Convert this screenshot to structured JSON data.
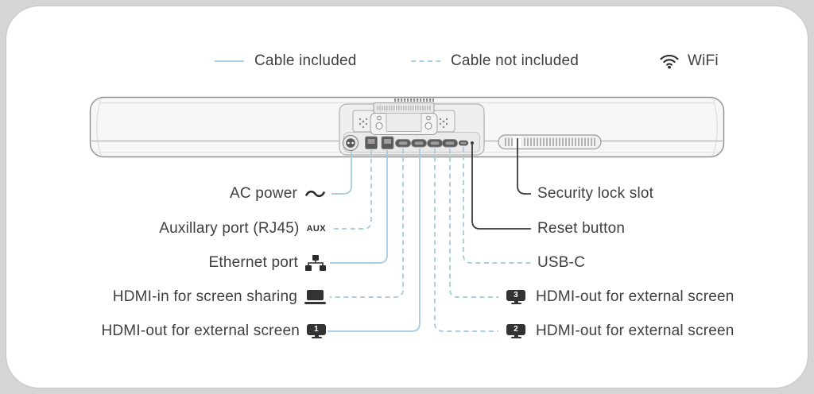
{
  "legend": {
    "cable_included": "Cable included",
    "cable_not_included": "Cable not included",
    "wifi_label": "WiFi",
    "wifi_icon": "wifi-icon"
  },
  "colors": {
    "cable_included_blue": "#a0c8e0",
    "annotation_dark": "#3a3a3a",
    "text_gray": "#3f3f3f"
  },
  "device": {
    "name": "video-bar-rear-panel",
    "ports": [
      "ac-power",
      "auxiliary-rj45",
      "ethernet",
      "hdmi-in",
      "hdmi-out-1",
      "hdmi-out-2",
      "hdmi-out-3",
      "usb-c",
      "reset-button",
      "security-lock-slot"
    ]
  },
  "left_labels": [
    {
      "text": "AC power",
      "icon": "ac-power-tilde-icon",
      "cable": "included"
    },
    {
      "text": "Auxillary port (RJ45)",
      "icon": "aux-label-icon",
      "icon_text": "AUX",
      "cable": "not-included"
    },
    {
      "text": "Ethernet port",
      "icon": "ethernet-network-icon",
      "cable": "included"
    },
    {
      "text": "HDMI-in for screen sharing",
      "icon": "laptop-icon",
      "cable": "not-included"
    },
    {
      "text": "HDMI-out for external screen",
      "icon": "monitor-icon",
      "badge": "1",
      "cable": "included"
    }
  ],
  "right_labels": [
    {
      "text": "Security lock slot",
      "line": "dark"
    },
    {
      "text": "Reset button",
      "line": "dark"
    },
    {
      "text": "USB-C",
      "cable": "not-included"
    },
    {
      "text": "HDMI-out for external screen",
      "icon": "monitor-icon",
      "badge": "3",
      "cable": "not-included"
    },
    {
      "text": "HDMI-out for external screen",
      "icon": "monitor-icon",
      "badge": "2",
      "cable": "not-included"
    }
  ]
}
